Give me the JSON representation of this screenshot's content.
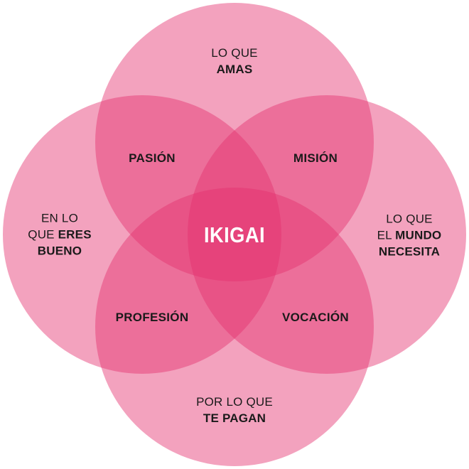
{
  "colors": {
    "circle_fill": "#e5306e",
    "text": "#1a1a1a",
    "center_text": "#ffffff"
  },
  "circles": {
    "top": {
      "line1": "LO QUE",
      "line2": "AMAS"
    },
    "left": {
      "line1": "EN LO",
      "line2_plain": "QUE ",
      "line2_bold": "ERES",
      "line3": "BUENO"
    },
    "right": {
      "line1": "LO QUE",
      "line2_plain": "EL ",
      "line2_bold": "MUNDO",
      "line3": "NECESITA"
    },
    "bottom": {
      "line1": "POR LO QUE",
      "line2": "TE PAGAN"
    }
  },
  "overlaps": {
    "top_left": "PASIÓN",
    "top_right": "MISIÓN",
    "bottom_left": "PROFESIÓN",
    "bottom_right": "VOCACIÓN"
  },
  "center": "IKIGAI"
}
